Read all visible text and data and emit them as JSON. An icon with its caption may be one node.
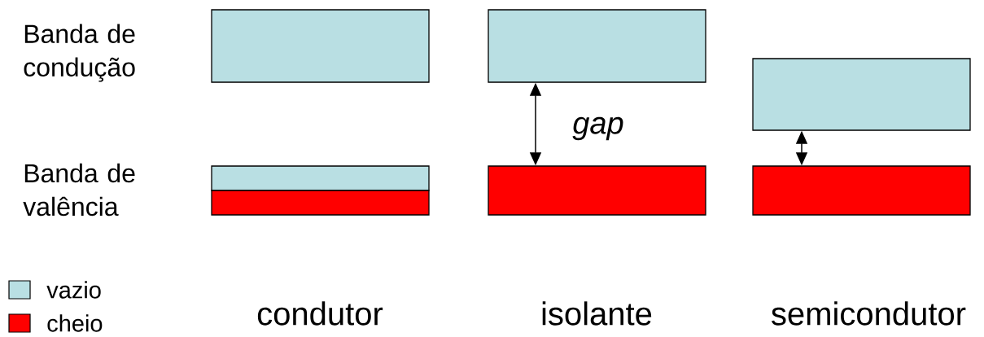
{
  "diagram": {
    "nodes": [
      {
        "text": [],
        "shape": "bar"
      },
      {
        "text": [],
        "shape": "bar"
      },
      {
        "text": [],
        "shape": "bar"
      },
      {
        "text": [],
        "shape": "bar"
      },
      {
        "text": [],
        "shape": "bar"
      },
      {
        "text": [],
        "shape": "bar"
      },
      {
        "text": [],
        "shape": "bar"
      }
    ],
    "edges": [
      {
        "from": 3,
        "to": 4,
        "arrow": "both"
      },
      {
        "from": 5,
        "to": 6,
        "arrow": "both"
      }
    ],
    "labels": [
      "Banda de condução",
      "gap",
      "Banda de valência",
      "condutor",
      "isolante",
      "semicondutor"
    ],
    "legend": [
      {
        "text": "vazio",
        "color": "#b9dfe3"
      },
      {
        "text": "cheio",
        "color": "#ff0000"
      }
    ]
  }
}
